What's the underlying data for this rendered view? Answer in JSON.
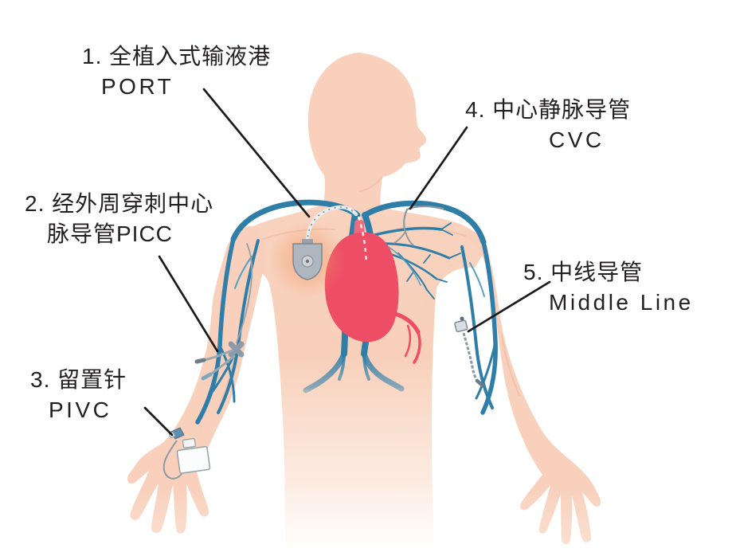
{
  "diagram": {
    "kind": "medical-illustration",
    "subject": "intravenous access devices on a human torso",
    "labels": [
      {
        "line1": "1. 全植入式输液港",
        "line2": "PORT"
      },
      {
        "line1": "2. 经外周穿刺中心",
        "line2": "脉导管PICC"
      },
      {
        "line1": "3. 留置针",
        "line2": "PIVC"
      },
      {
        "line1": "4. 中心静脉导管",
        "line2": "CVC"
      },
      {
        "line1": "5. 中线导管",
        "line2": "Middle Line"
      }
    ],
    "device_icons": [
      {
        "icon": "port-device-icon",
        "refers_to": "PORT"
      },
      {
        "icon": "picc-catheter-icon",
        "refers_to": "脉导管PICC"
      },
      {
        "icon": "pivc-cannula-icon",
        "refers_to": "PIVC"
      },
      {
        "icon": "cvc-catheter-icon",
        "refers_to": "CVC"
      },
      {
        "icon": "middle-line-catheter-icon",
        "refers_to": "Middle Line"
      }
    ],
    "colors": {
      "background": "#ffffff",
      "skin": "#f8d1bd",
      "skin_shade": "#efb79c",
      "vein": "#2e7ea8",
      "vein_light": "#5aa0c0",
      "heart": "#ee4d66",
      "device_gray": "#aeb6bf",
      "port_glow": "#f0935e",
      "text": "#231f20",
      "leader_line": "#1b1b1b"
    }
  }
}
